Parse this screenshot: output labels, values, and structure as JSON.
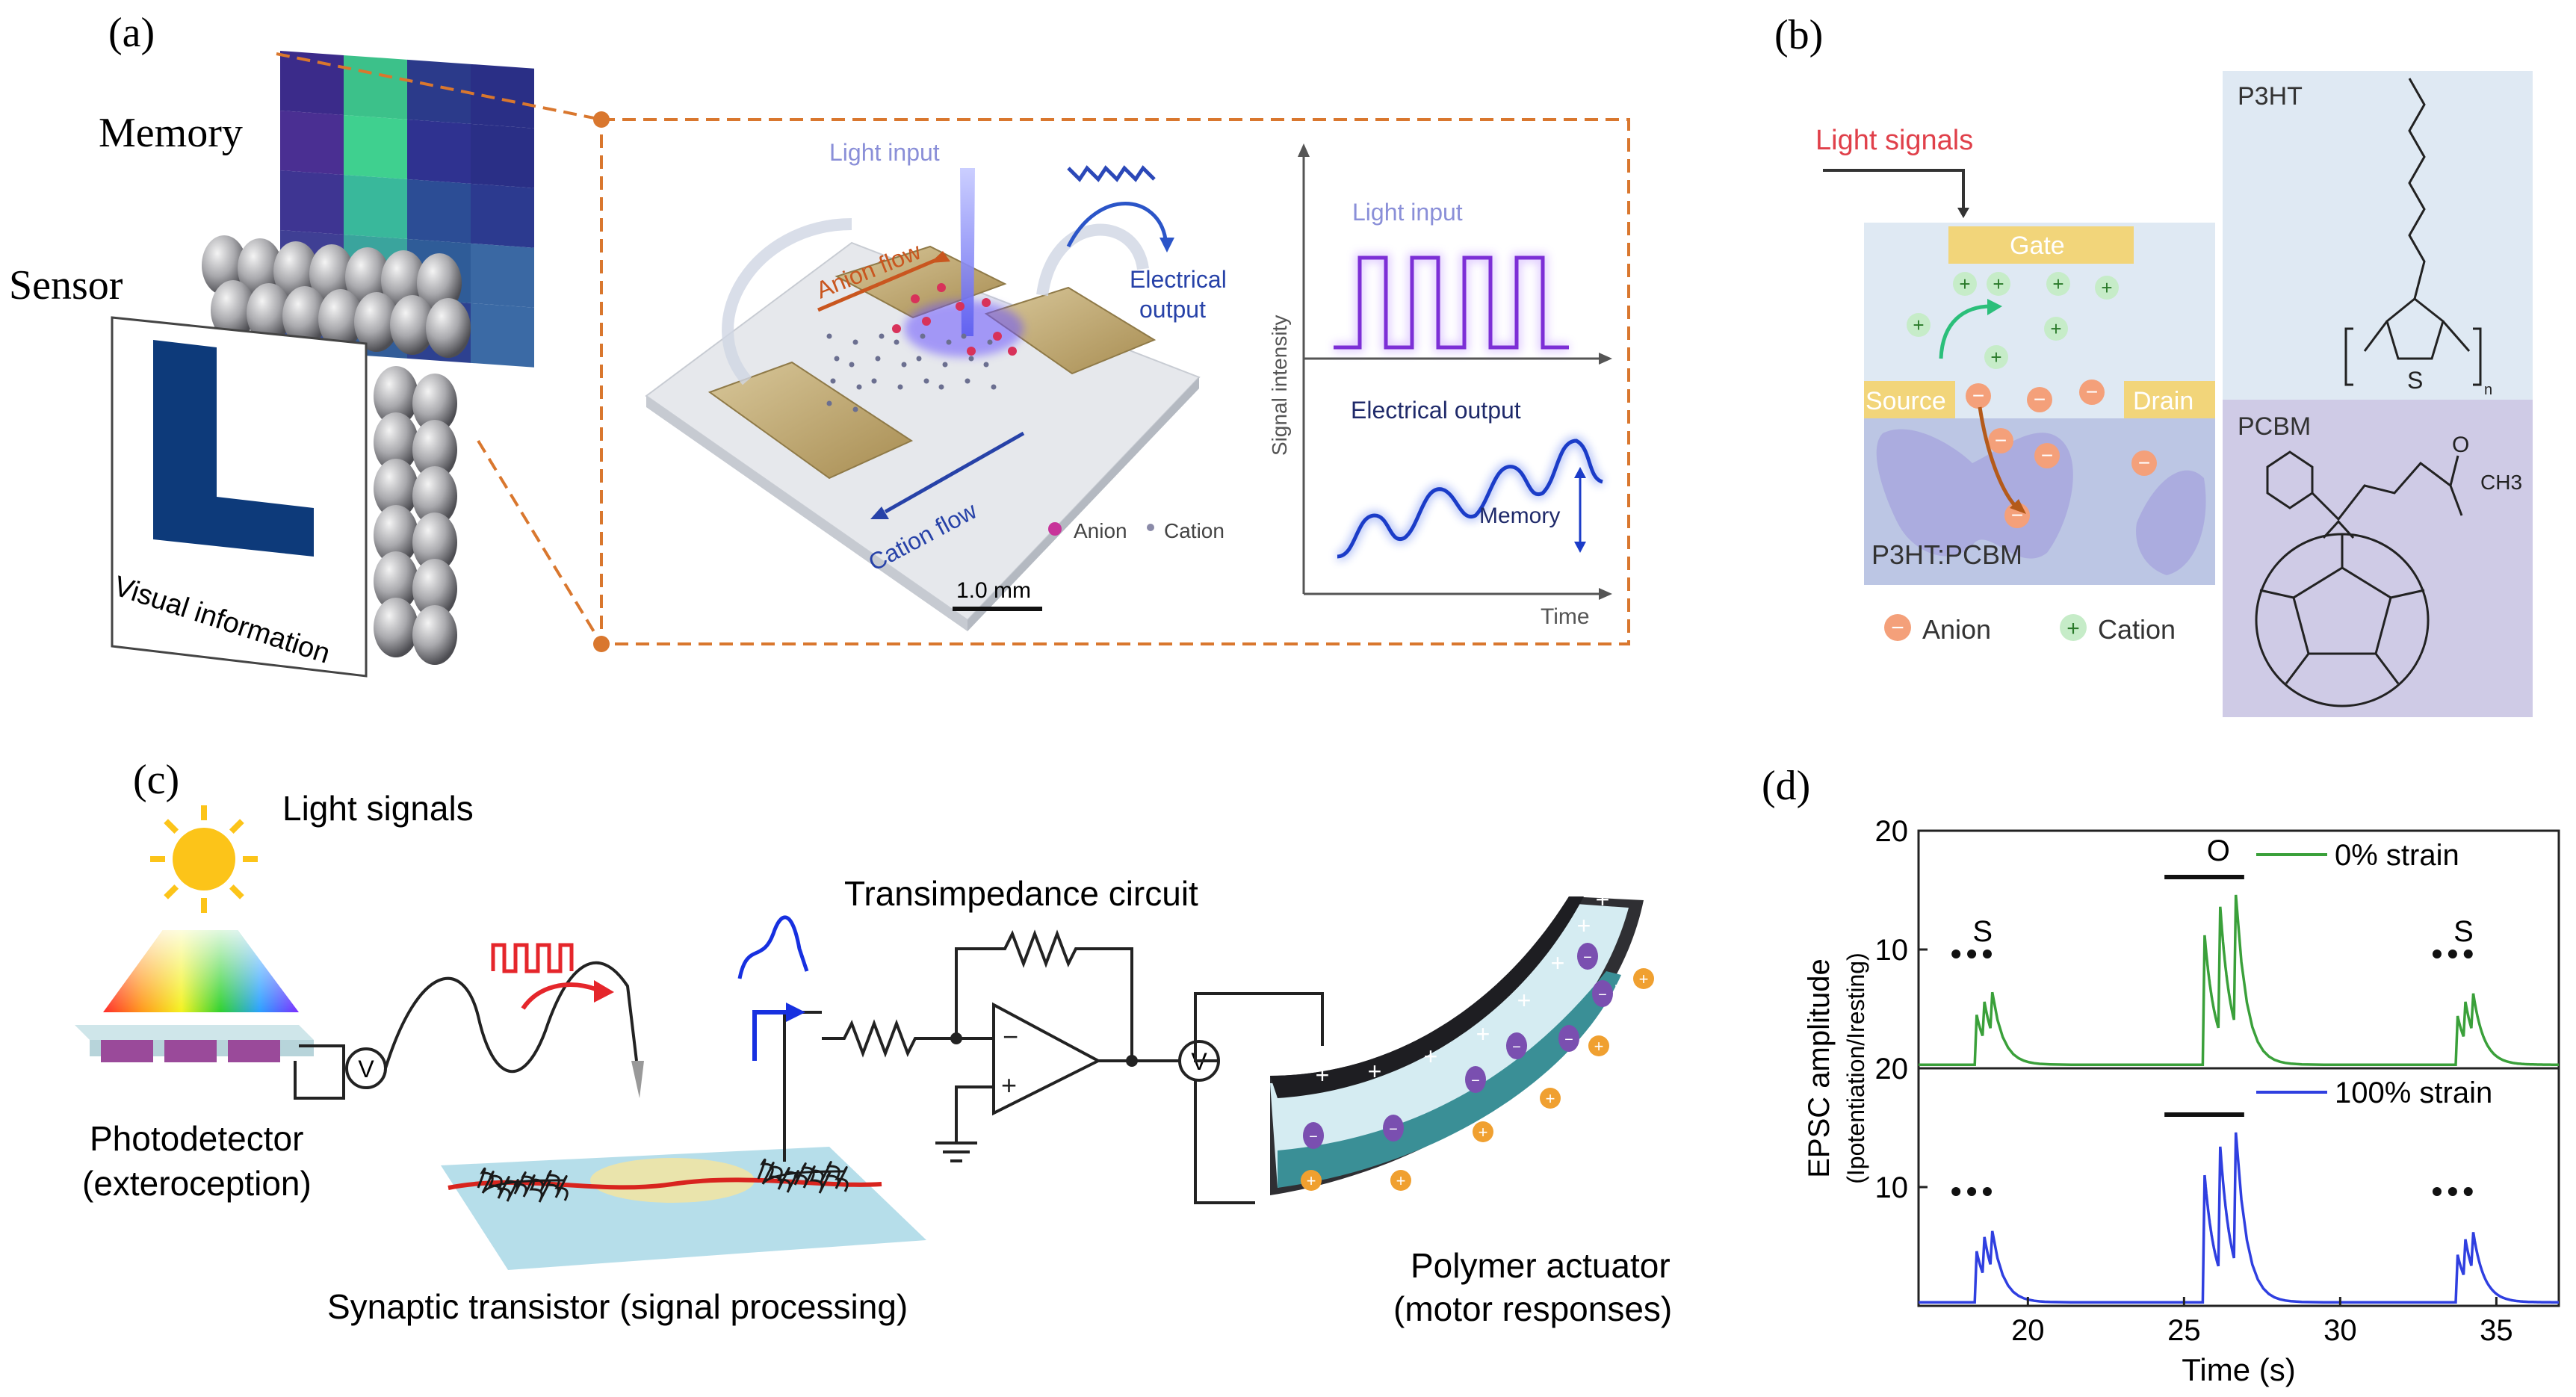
{
  "panels": {
    "a": {
      "label": "(a)",
      "memory_label": "Memory",
      "sensor_label": "Sensor",
      "visual_info": "Visual information",
      "inset": {
        "light_input": "Light input",
        "anion_flow": "Anion flow",
        "cation_flow": "Cation flow",
        "electrical_output": [
          "Electrical",
          "output"
        ],
        "legend_anion": "Anion",
        "legend_cation": "Cation",
        "scale_bar": "1.0 mm",
        "plot_light_input": "Light input",
        "plot_electrical_output": "Electrical output",
        "plot_memory": "Memory",
        "plot_ylabel": "Signal intensity",
        "plot_xlabel": "Time"
      }
    },
    "b": {
      "label": "(b)",
      "light_signals": "Light signals",
      "gate": "Gate",
      "source": "Source",
      "drain": "Drain",
      "layer": "P3HT:PCBM",
      "legend_anion": "Anion",
      "legend_cation": "Cation",
      "p3ht": "P3HT",
      "pcbm": "PCBM",
      "s_atom": "S",
      "n_sub": "n",
      "o_atom": "O",
      "ch3": "CH3"
    },
    "c": {
      "label": "(c)",
      "light_signals": "Light signals",
      "photodetector": [
        "Photodetector",
        "(exteroception)"
      ],
      "synaptic": "Synaptic transistor (signal processing)",
      "transimpedance": "Transimpedance circuit",
      "actuator": [
        "Polymer actuator",
        "(motor responses)"
      ],
      "voltmeter": "V"
    },
    "d": {
      "label": "(d)"
    }
  },
  "chart_data": {
    "type": "line",
    "xlabel": "Time (s)",
    "ylabel": "EPSC amplitude",
    "ylabel_sub": "(Ipotentiation/Iresting)",
    "xlim": [
      16.5,
      37
    ],
    "xticks": [
      20,
      25,
      30,
      35
    ],
    "yticks": [
      10,
      20
    ],
    "annotations": [
      "S",
      "O",
      "S"
    ],
    "series": [
      {
        "name": "0% strain",
        "color": "#3aa03a",
        "ylim": [
          0,
          20
        ],
        "bursts": [
          {
            "t": [
              18.3,
              18.55,
              18.8
            ],
            "peaks": [
              4.5,
              5.6,
              6.4
            ]
          },
          {
            "t": [
              25.6,
              26.1,
              26.6
            ],
            "peaks": [
              11.2,
              13.6,
              14.6
            ]
          },
          {
            "t": [
              33.7,
              33.95,
              34.2
            ],
            "peaks": [
              4.4,
              5.6,
              6.3
            ]
          }
        ]
      },
      {
        "name": "100% strain",
        "color": "#2f3fe0",
        "ylim": [
          0,
          20
        ],
        "bursts": [
          {
            "t": [
              18.3,
              18.55,
              18.8
            ],
            "peaks": [
              4.6,
              5.8,
              6.3
            ]
          },
          {
            "t": [
              25.6,
              26.1,
              26.6
            ],
            "peaks": [
              11.0,
              13.4,
              14.6
            ]
          },
          {
            "t": [
              33.7,
              33.95,
              34.2
            ],
            "peaks": [
              4.3,
              5.6,
              6.2
            ]
          }
        ]
      }
    ]
  }
}
